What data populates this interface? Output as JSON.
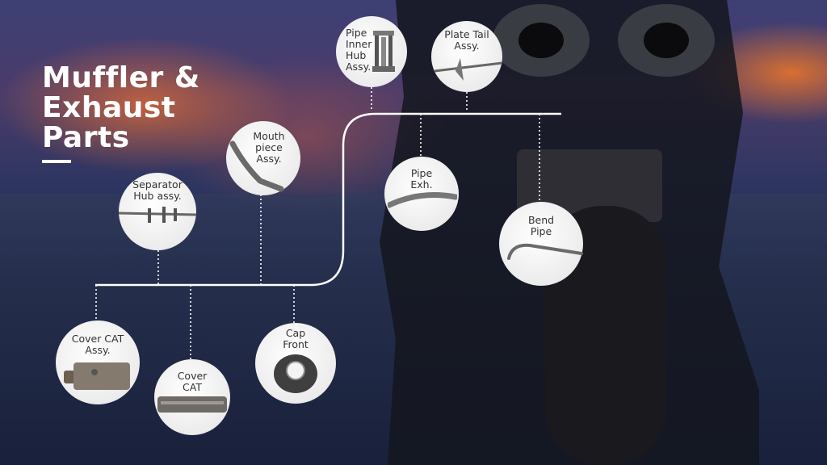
{
  "title": {
    "line1": "Muffler &",
    "line2": "Exhaust",
    "line3": "Parts"
  },
  "parts": [
    {
      "id": "pipe-inner-hub",
      "label": "Pipe Inner Hub Assy."
    },
    {
      "id": "plate-tail",
      "label": "Plate Tail Assy."
    },
    {
      "id": "mouthpiece",
      "label": "Mouth piece Assy."
    },
    {
      "id": "separator-hub",
      "label": "Separator Hub assy."
    },
    {
      "id": "pipe-exh",
      "label": "Pipe Exh."
    },
    {
      "id": "bend-pipe",
      "label": "Bend Pipe"
    },
    {
      "id": "cover-cat-assy",
      "label": "Cover CAT Assy."
    },
    {
      "id": "cover-cat",
      "label": "Cover CAT"
    },
    {
      "id": "cap-front",
      "label": "Cap Front"
    }
  ],
  "colors": {
    "line": "#ffffff",
    "circle": "#f2f2f2",
    "text": "#333333"
  }
}
